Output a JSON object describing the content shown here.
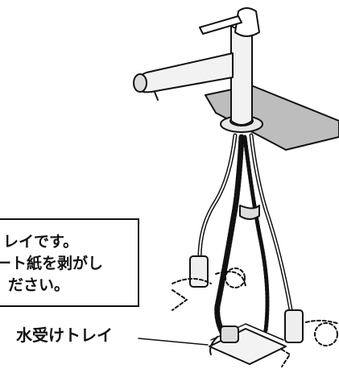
{
  "callout": {
    "line1": "レイです。",
    "line2": "ート紙を剥がし",
    "line3": "ださい。"
  },
  "label": "水受けトレイ"
}
